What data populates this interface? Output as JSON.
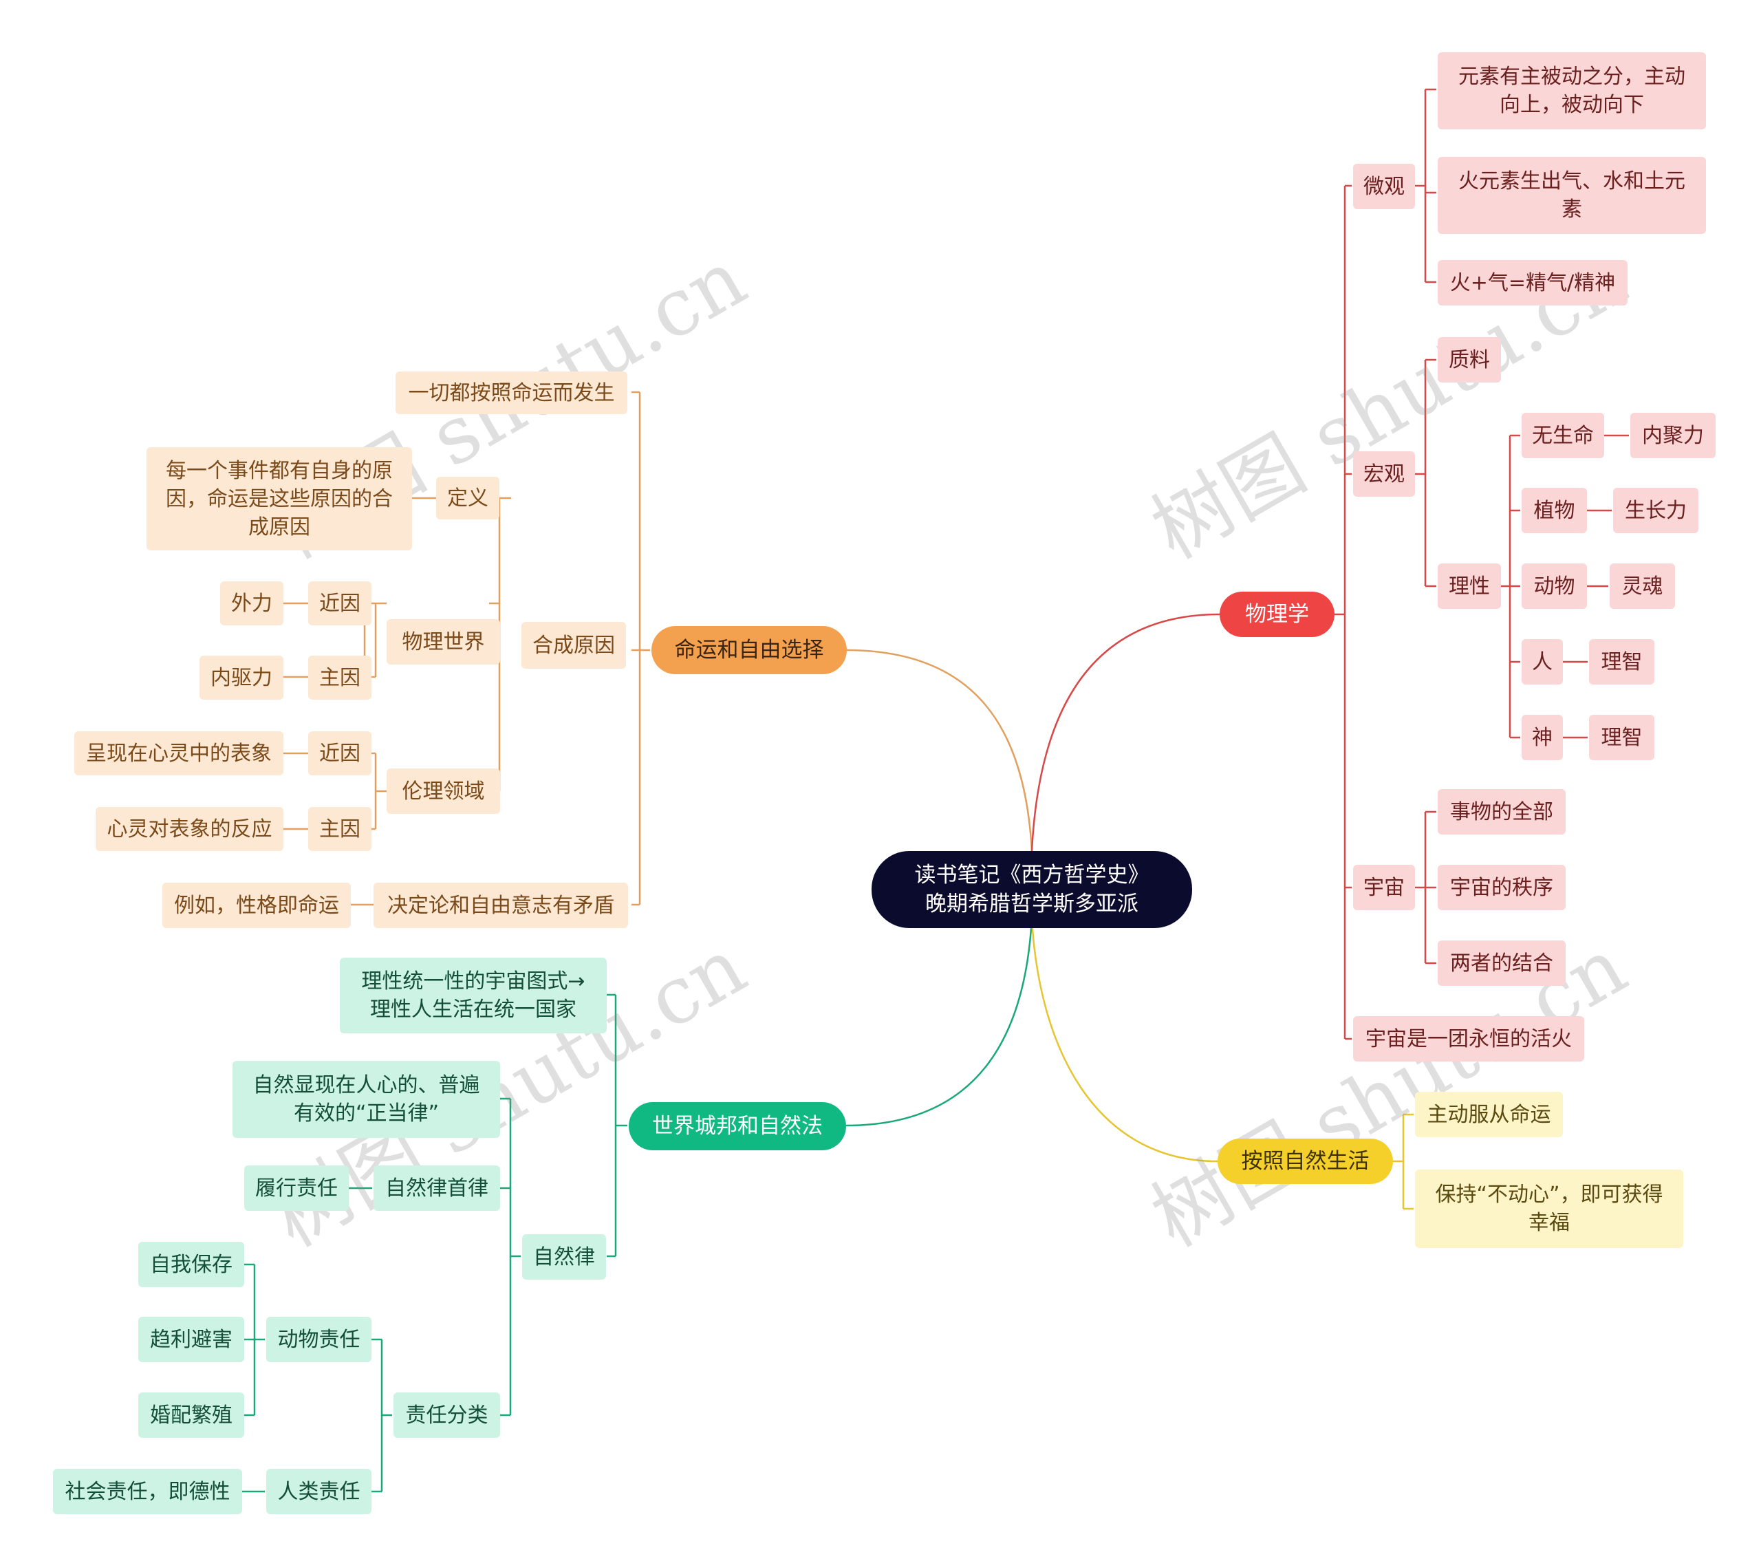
{
  "root": {
    "line1": "读书笔记《西方哲学史》",
    "line2": "晚期希腊哲学斯多亚派"
  },
  "colors": {
    "fate": "#f4a14f",
    "physics": "#ef4444",
    "world": "#10b981",
    "nature": "#f5cf2a",
    "root": "#0b0b2e"
  },
  "watermark": "树图 shutu.cn",
  "fate": {
    "label": "命运和自由选择",
    "all_by_fate": "一切都按照命运而发生",
    "definition": "定义",
    "definition_text": "每一个事件都有自身的原因，命运是这些原因的合成原因",
    "composite_cause": "合成原因",
    "physical_world": "物理世界",
    "ethical_domain": "伦理领域",
    "proximate_cause": "近因",
    "main_cause": "主因",
    "external_force": "外力",
    "internal_drive": "内驱力",
    "mind_image": "呈现在心灵中的表象",
    "mind_reaction": "心灵对表象的反应",
    "contradiction": "决定论和自由意志有矛盾",
    "example": "例如，性格即命运"
  },
  "physics": {
    "label": "物理学",
    "micro": "微观",
    "micro_items": [
      "元素有主被动之分，主动向上，被动向下",
      "火元素生出气、水和土元素",
      "火+气=精气/精神"
    ],
    "macro": "宏观",
    "matter": "质料",
    "reason": "理性",
    "reason_pairs": [
      {
        "left": "无生命",
        "right": "内聚力"
      },
      {
        "left": "植物",
        "right": "生长力"
      },
      {
        "left": "动物",
        "right": "灵魂"
      },
      {
        "left": "人",
        "right": "理智"
      },
      {
        "left": "神",
        "right": "理智"
      }
    ],
    "universe": "宇宙",
    "universe_items": [
      "事物的全部",
      "宇宙的秩序",
      "两者的结合"
    ],
    "eternal_fire": "宇宙是一团永恒的活火"
  },
  "world": {
    "label": "世界城邦和自然法",
    "cosmos_pattern": "理性统一性的宇宙图式→理性人生活在统一国家",
    "natural_law": "自然律",
    "natural_law_text": "自然显现在人心的、普遍有效的“正当律”",
    "first_law": "自然律首律",
    "fulfill_duty": "履行责任",
    "duty_types": "责任分类",
    "animal_duty": "动物责任",
    "animal_items": [
      "自我保存",
      "趋利避害",
      "婚配繁殖"
    ],
    "human_duty": "人类责任",
    "social_duty": "社会责任，即德性"
  },
  "nature": {
    "label": "按照自然生活",
    "items": [
      "主动服从命运",
      "保持“不动心”，即可获得幸福"
    ]
  }
}
